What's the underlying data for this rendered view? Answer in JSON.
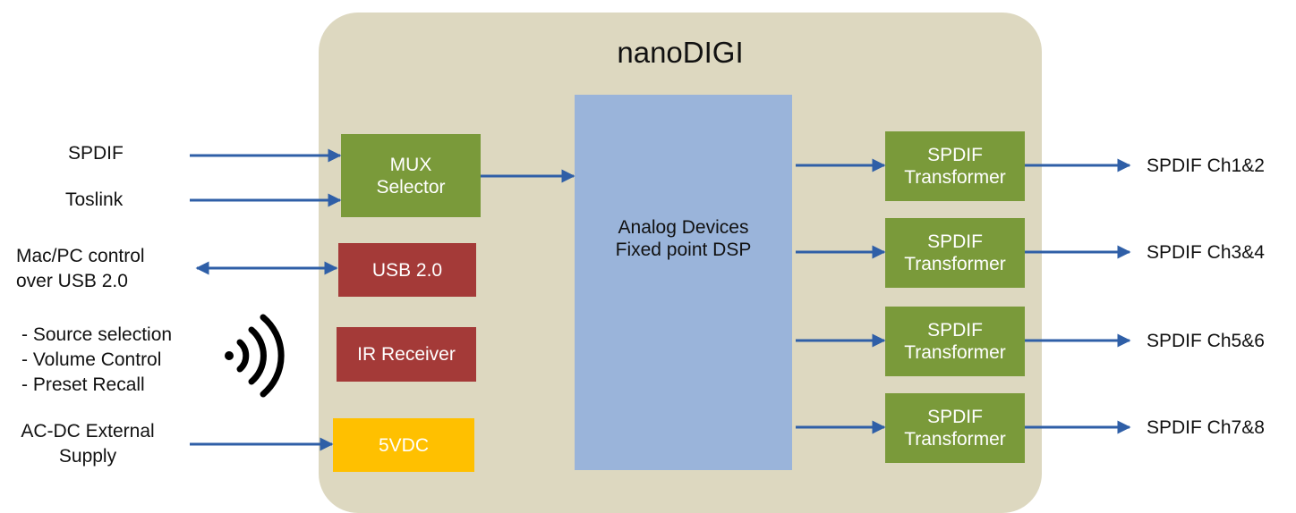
{
  "title": "nanoDIGI",
  "blocks": {
    "mux": [
      "MUX",
      "Selector"
    ],
    "usb": "USB 2.0",
    "ir": "IR Receiver",
    "power": "5VDC",
    "dsp": [
      "Analog Devices",
      "Fixed point DSP"
    ],
    "transformer": [
      "SPDIF",
      "Transformer"
    ]
  },
  "inputs": {
    "spdif": "SPDIF",
    "toslink": "Toslink",
    "usb_control": [
      "Mac/PC control",
      "over USB 2.0"
    ],
    "ir_features": [
      "- Source selection",
      "- Volume Control",
      "- Preset Recall"
    ],
    "supply": [
      "AC-DC External",
      "Supply"
    ]
  },
  "outputs": [
    "SPDIF Ch1&2",
    "SPDIF Ch3&4",
    "SPDIF Ch5&6",
    "SPDIF Ch7&8"
  ],
  "colors": {
    "board": "#ddd8c0",
    "green": "#7a9a3a",
    "red": "#a43a38",
    "yellow": "#ffc000",
    "dsp": "#9ab4da",
    "arrow": "#2f5fa7"
  },
  "icons": {
    "ir": "wireless-signal-icon"
  }
}
